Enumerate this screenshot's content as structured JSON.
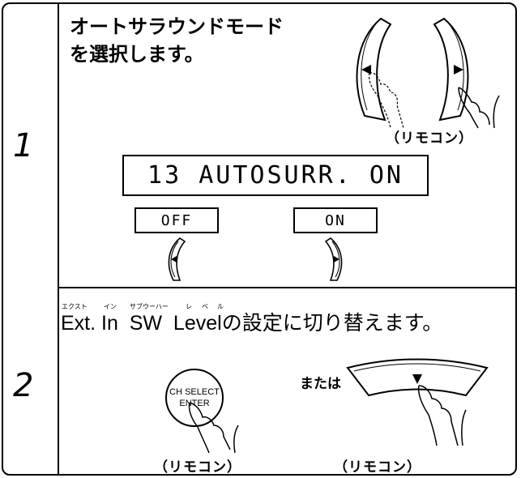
{
  "steps": [
    {
      "number": "1",
      "instruction_line1": "オートサラウンドモード",
      "instruction_line2": "を選択します。",
      "remote_caption": "（リモコン）",
      "display_text": "13 AUTOSURR. ON",
      "option_left": "OFF",
      "option_right": "ON"
    },
    {
      "number": "2",
      "ruby": {
        "ext": "エクスト",
        "in": "イン",
        "sw": "サブウーハー",
        "le": "レ",
        "ve": "ベ",
        "ru": "ル"
      },
      "instruction_en": "Ext. In  SW  Level",
      "instruction_jp": "の設定に切り替えます。",
      "button_line1": "CH SELECT",
      "button_line2": "ENTER",
      "or_text": "または",
      "remote_caption_left": "（リモコン）",
      "remote_caption_right": "（リモコン）"
    }
  ]
}
